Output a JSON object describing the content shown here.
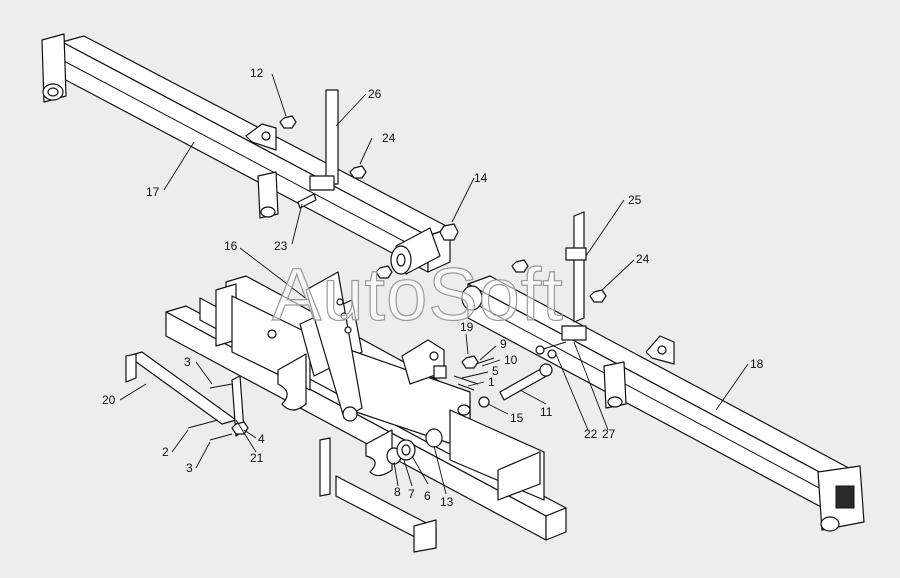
{
  "watermark": "AutoSoft",
  "callouts": [
    {
      "id": "c12",
      "label": "12"
    },
    {
      "id": "c26",
      "label": "26"
    },
    {
      "id": "c24a",
      "label": "24"
    },
    {
      "id": "c17",
      "label": "17"
    },
    {
      "id": "c14",
      "label": "14"
    },
    {
      "id": "c25",
      "label": "25"
    },
    {
      "id": "c24b",
      "label": "24"
    },
    {
      "id": "c23",
      "label": "23"
    },
    {
      "id": "c16",
      "label": "16"
    },
    {
      "id": "c19",
      "label": "19"
    },
    {
      "id": "c9",
      "label": "9"
    },
    {
      "id": "c10",
      "label": "10"
    },
    {
      "id": "c5",
      "label": "5"
    },
    {
      "id": "c1",
      "label": "1"
    },
    {
      "id": "c15",
      "label": "15"
    },
    {
      "id": "c11",
      "label": "11"
    },
    {
      "id": "c18",
      "label": "18"
    },
    {
      "id": "c3a",
      "label": "3"
    },
    {
      "id": "c20",
      "label": "20"
    },
    {
      "id": "c2",
      "label": "2"
    },
    {
      "id": "c3b",
      "label": "3"
    },
    {
      "id": "c21",
      "label": "21"
    },
    {
      "id": "c4",
      "label": "4"
    },
    {
      "id": "c22",
      "label": "22"
    },
    {
      "id": "c27",
      "label": "27"
    },
    {
      "id": "c8",
      "label": "8"
    },
    {
      "id": "c7",
      "label": "7"
    },
    {
      "id": "c6",
      "label": "6"
    },
    {
      "id": "c13",
      "label": "13"
    }
  ]
}
